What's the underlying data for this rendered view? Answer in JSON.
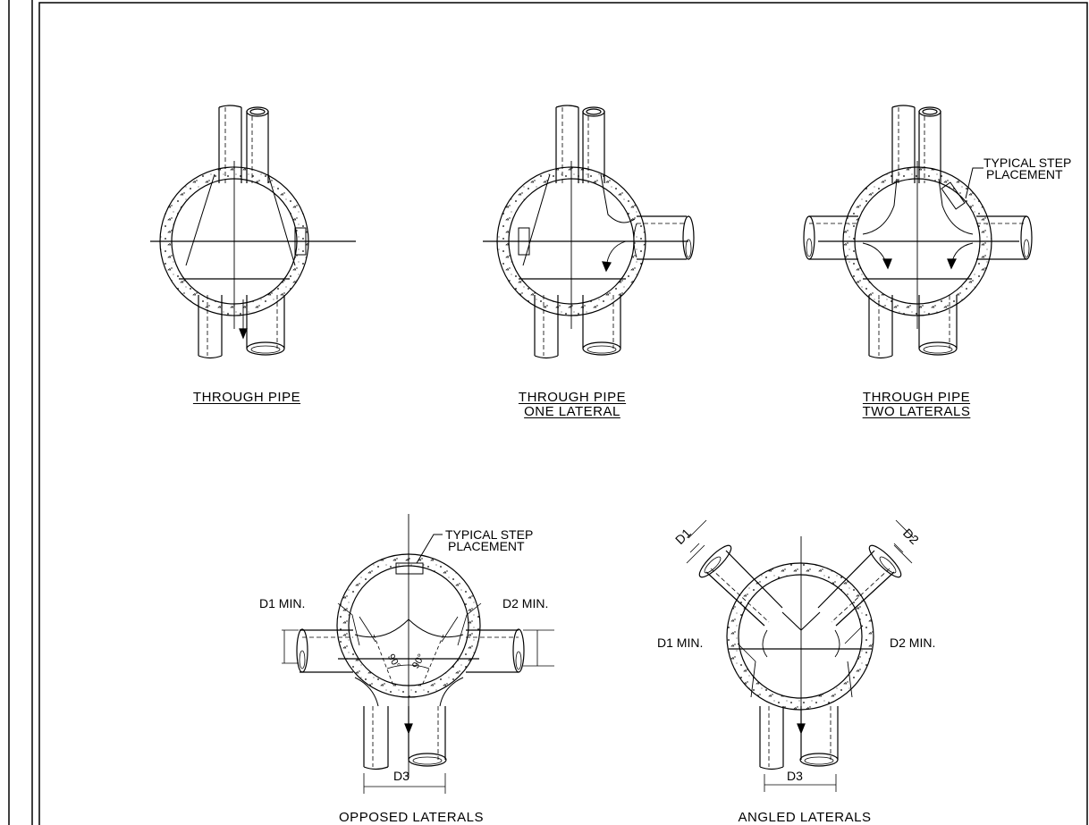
{
  "captions": {
    "through_pipe": [
      "THROUGH PIPE"
    ],
    "one_lateral": [
      "THROUGH PIPE",
      "ONE LATERAL"
    ],
    "two_laterals": [
      "THROUGH PIPE",
      "TWO LATERALS"
    ],
    "opposed": [
      "OPPOSED LATERALS"
    ],
    "angled": [
      "ANGLED LATERALS"
    ]
  },
  "labels": {
    "step_1": [
      "TYPICAL STEP",
      "PLACEMENT"
    ],
    "step_2": [
      "TYPICAL STEP",
      "PLACEMENT"
    ],
    "d1_min": "D1 MIN.",
    "d2_min": "D2 MIN.",
    "d1": "D1",
    "d2": "D2",
    "d3": "D3",
    "angle_left": "90°",
    "angle_right": "90°"
  }
}
